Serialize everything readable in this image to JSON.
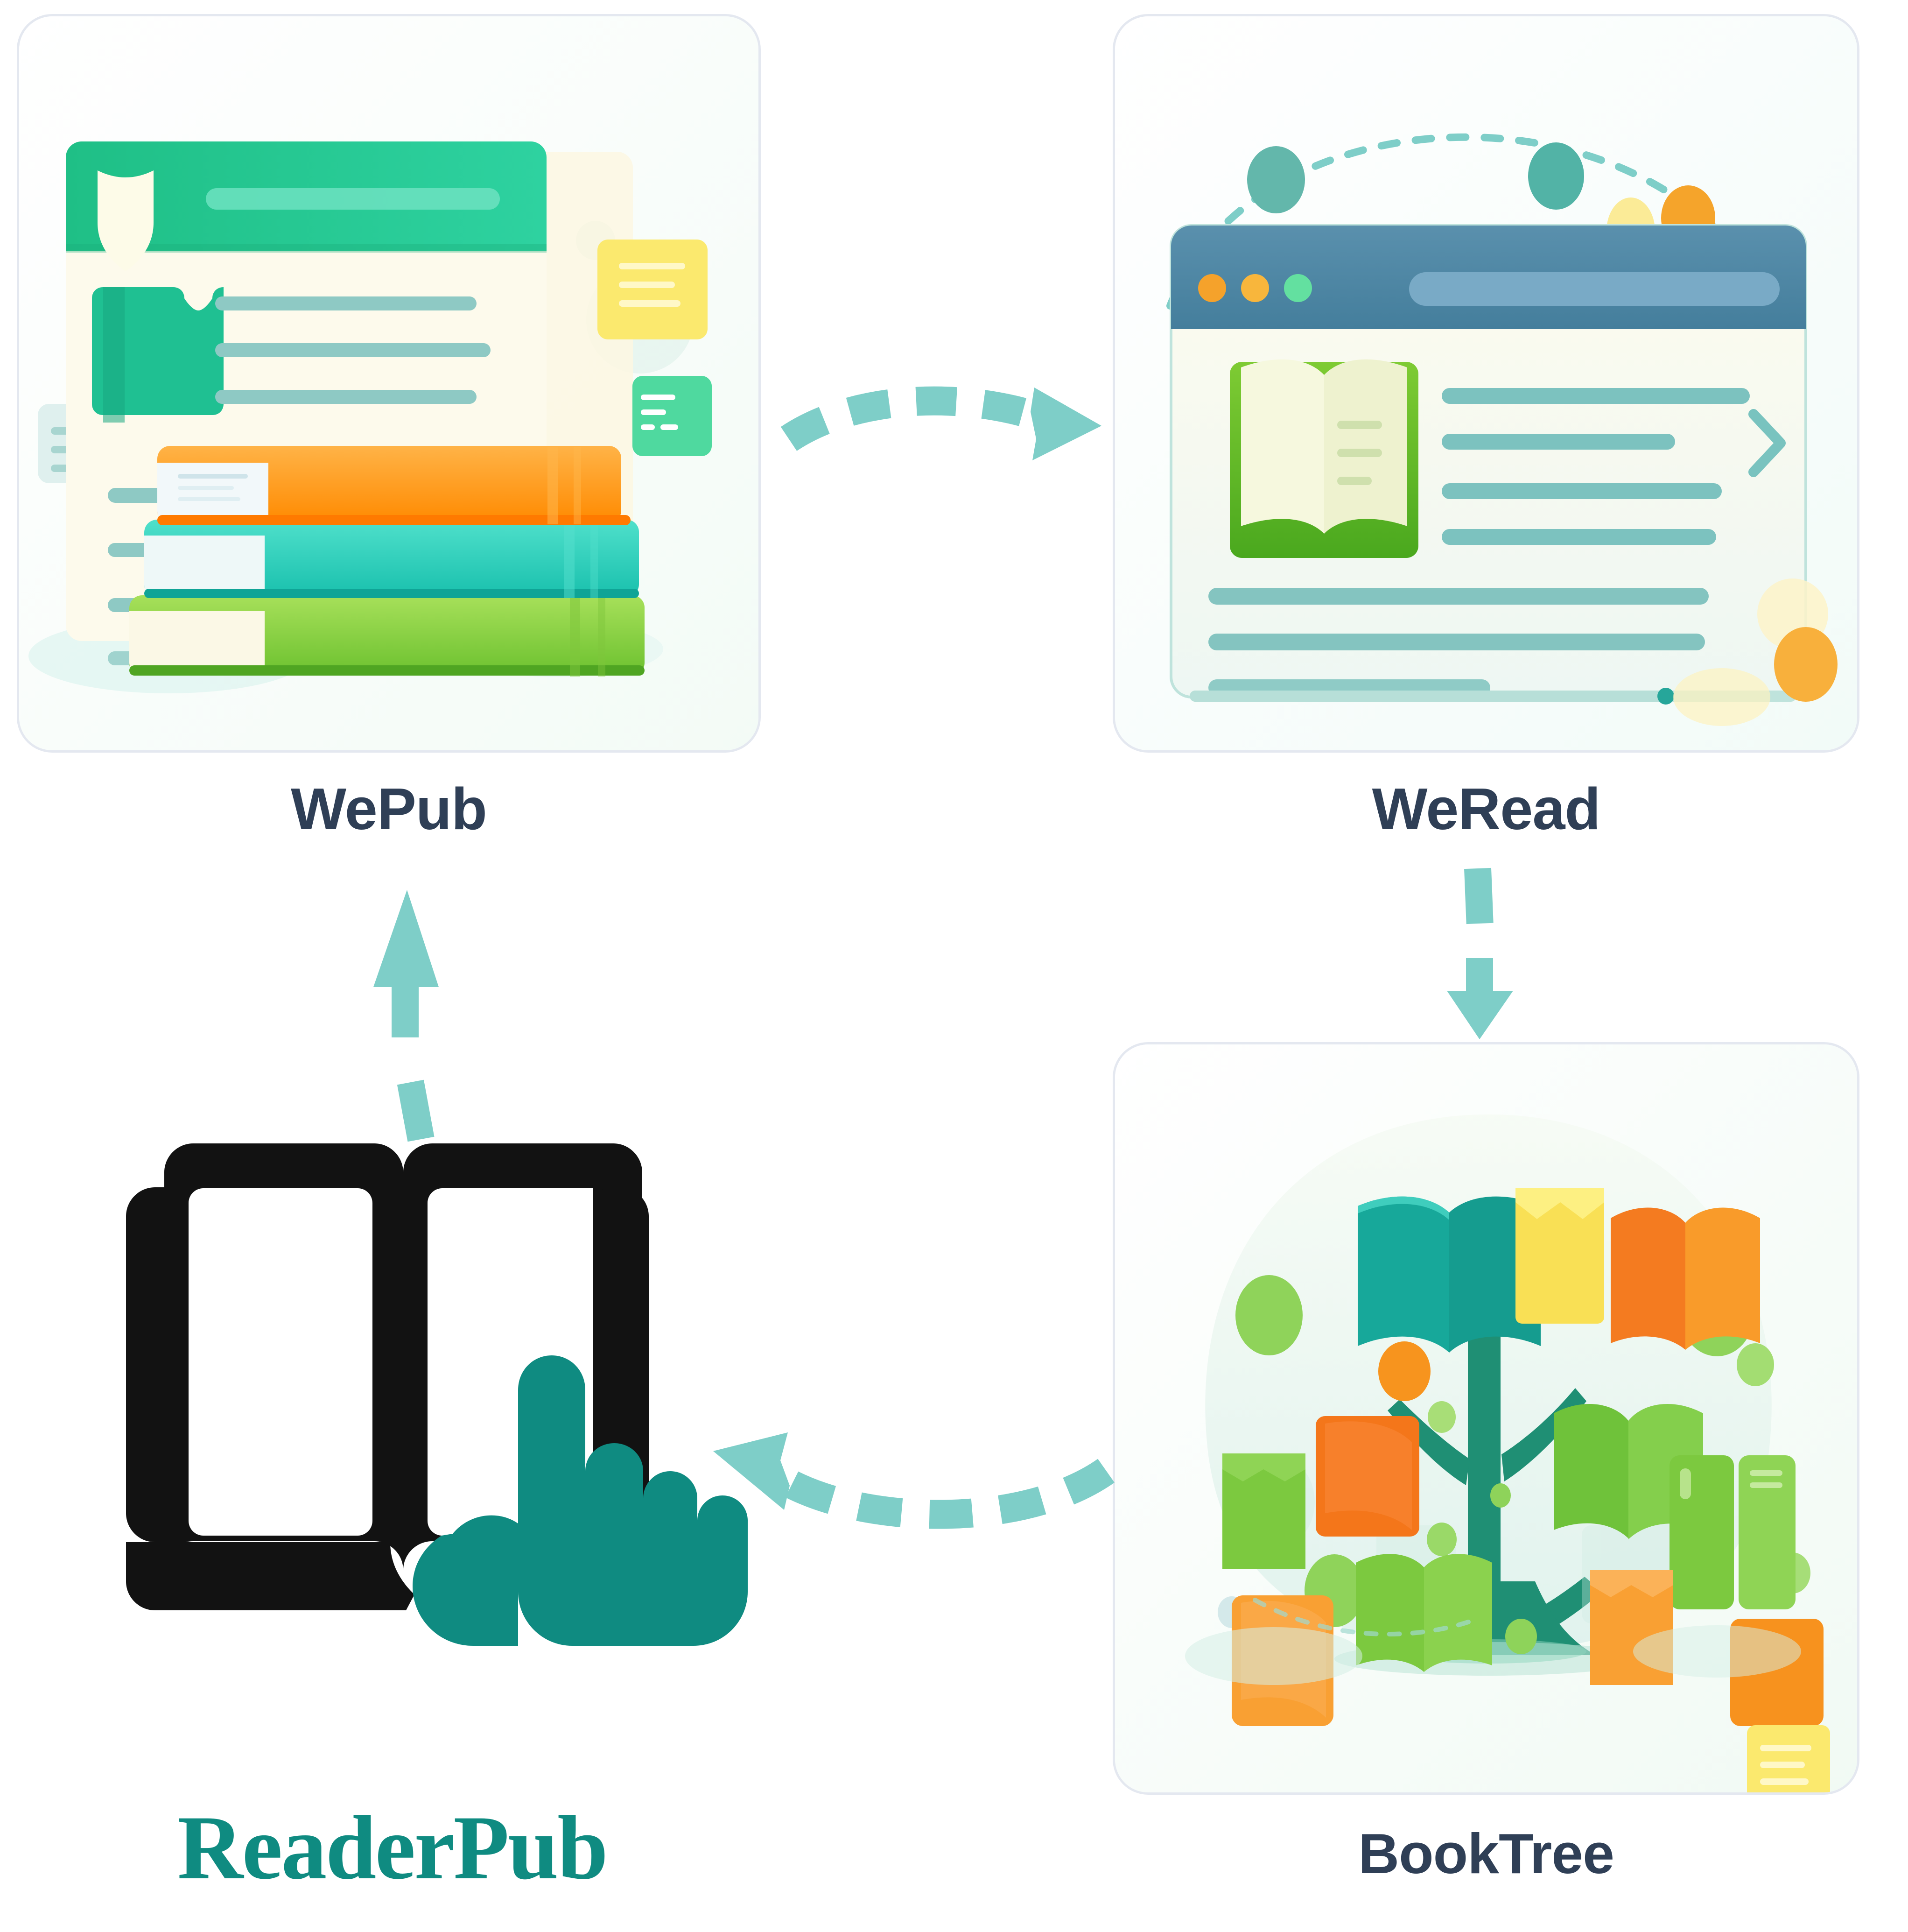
{
  "diagram": {
    "title": "ReaderPub product ecosystem cycle",
    "brand": {
      "name": "ReaderPub",
      "icon": "open-book-with-pointing-hand-icon",
      "color": "#0f8b81"
    },
    "nodes": [
      {
        "id": "wepub",
        "label": "WePub",
        "icon": "publishing-dashboard-with-book-stack-illustration",
        "label_color": "#2f3f56"
      },
      {
        "id": "weread",
        "label": "WeRead",
        "icon": "browser-window-reading-list-illustration",
        "label_color": "#2f3f56"
      },
      {
        "id": "booktree",
        "label": "BookTree",
        "icon": "tree-made-of-books-illustration",
        "label_color": "#2f3f56"
      }
    ],
    "edges": [
      {
        "from": "wepub",
        "to": "weread",
        "style": "dashed-curved",
        "direction": "right",
        "color": "#7ecec8"
      },
      {
        "from": "weread",
        "to": "booktree",
        "style": "dashed-straight",
        "direction": "down",
        "color": "#7ecec8"
      },
      {
        "from": "booktree",
        "to": "readerpub",
        "style": "dashed-curved",
        "direction": "left",
        "color": "#7ecec8"
      },
      {
        "from": "readerpub",
        "to": "wepub",
        "style": "dashed-straight",
        "direction": "up",
        "color": "#7ecec8"
      }
    ],
    "palette": {
      "card_border": "#e4e8f0",
      "arrow": "#7ecec8",
      "brand_teal": "#0f8b81",
      "label_navy": "#2f3f56",
      "book_orange": "#ff9a2e",
      "book_teal": "#3dd6c0",
      "book_green": "#8fd44a",
      "header_green": "#25c08a",
      "browser_bar": "#4e82a0",
      "page_cream": "#fbf8ea",
      "line_teal": "#87c6c2"
    }
  }
}
